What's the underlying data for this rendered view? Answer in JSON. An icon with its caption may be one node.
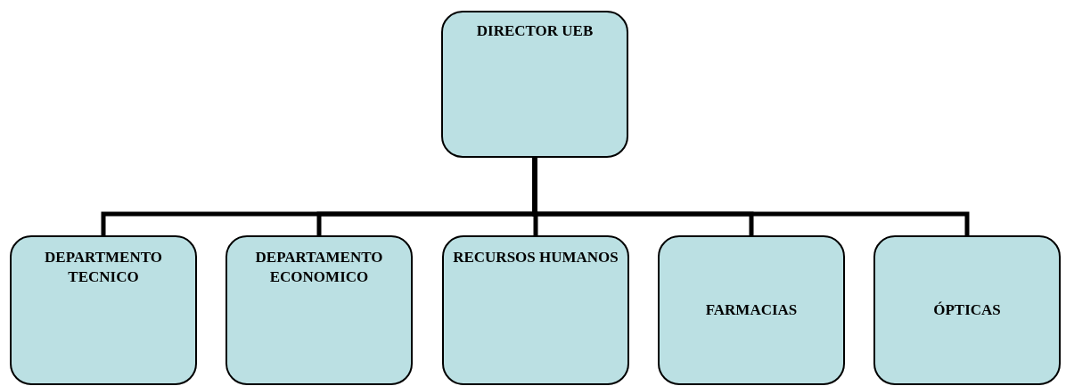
{
  "diagram": {
    "nodes": [
      {
        "text": [
          "DIRECTOR UEB"
        ]
      },
      {
        "text": [
          "DEPARTMENTO TECNICO"
        ]
      },
      {
        "text": [
          "DEPARTAMENTO ECONOMICO"
        ]
      },
      {
        "text": [
          "RECURSOS HUMANOS"
        ]
      },
      {
        "text": [
          "FARMACIAS"
        ]
      },
      {
        "text": [
          "ÓPTICAS"
        ]
      }
    ],
    "edges": [
      {
        "from": 0,
        "to": 1,
        "arrow": "none"
      },
      {
        "from": 0,
        "to": 2,
        "arrow": "none"
      },
      {
        "from": 0,
        "to": 3,
        "arrow": "none"
      },
      {
        "from": 0,
        "to": 4,
        "arrow": "none"
      },
      {
        "from": 0,
        "to": 5,
        "arrow": "none"
      }
    ]
  }
}
